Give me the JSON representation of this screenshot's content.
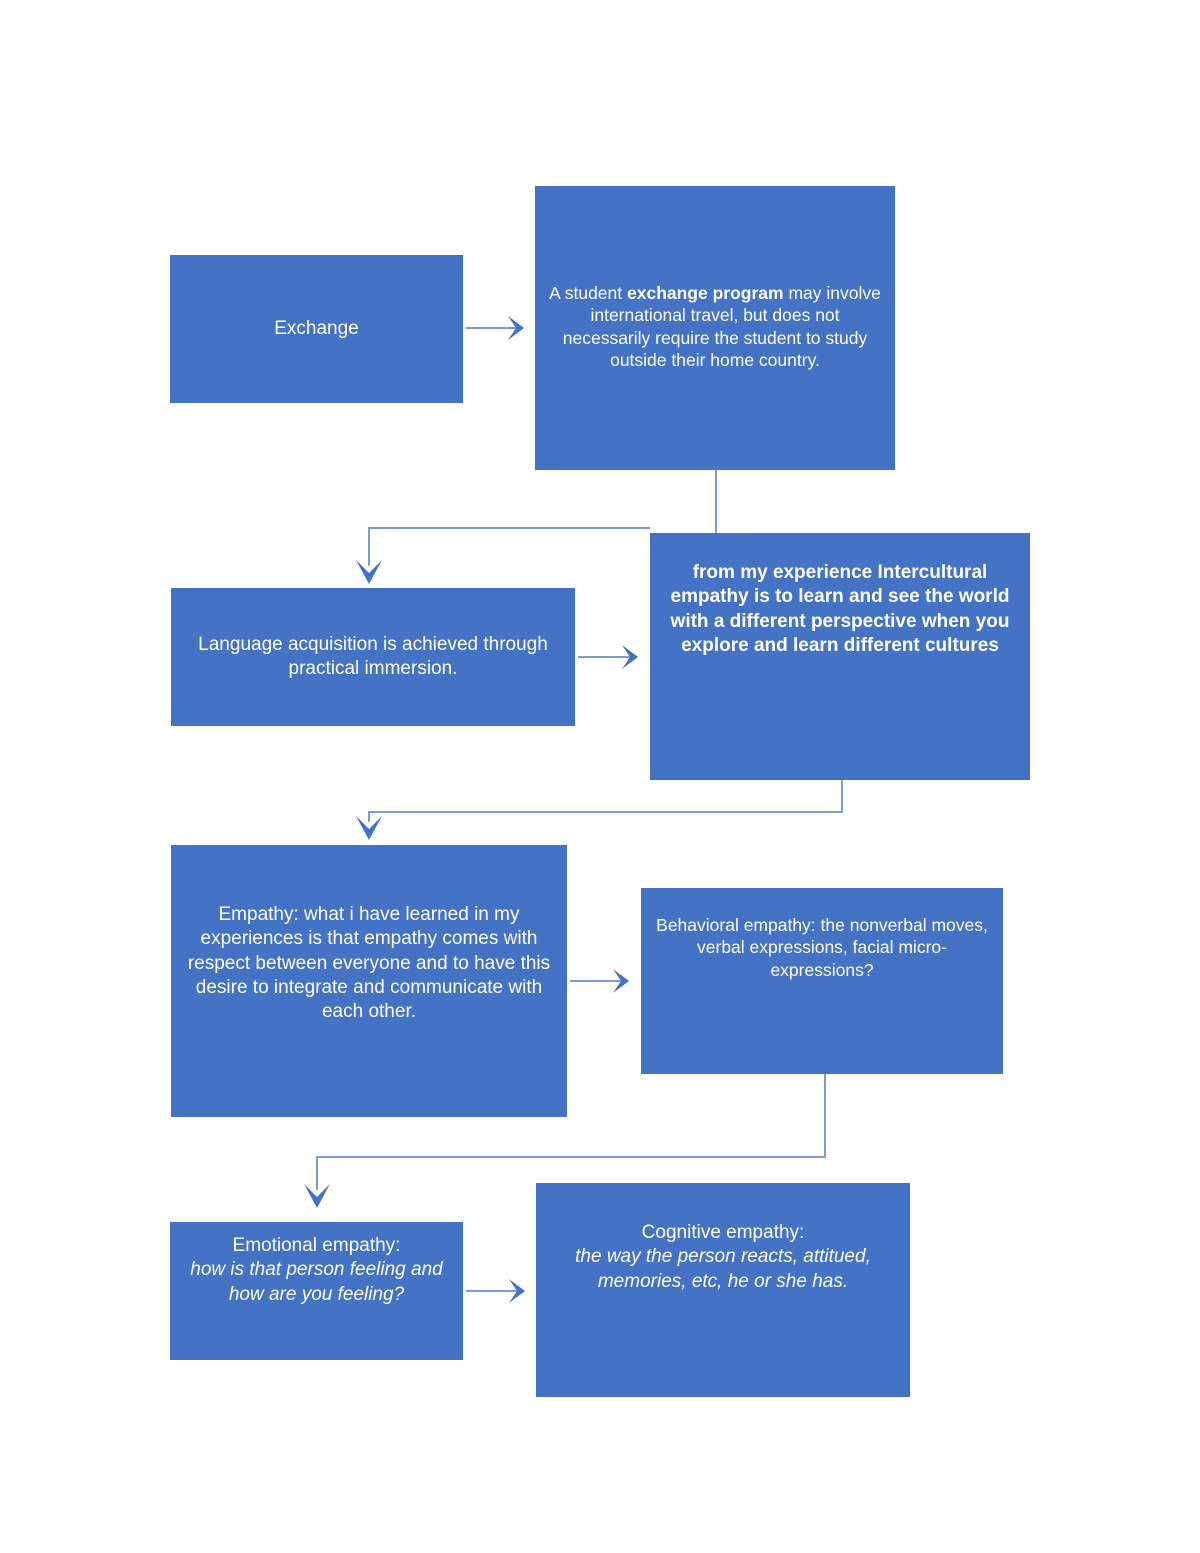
{
  "diagram": {
    "title": "Intercultural empathy concept flowchart",
    "type": "flowchart",
    "colors": {
      "node_fill": "#4472C4",
      "node_text": "#FFFFFF",
      "connector_line": "#7B9BD8",
      "arrowhead": "#4472C4",
      "background": "#FFFFFF"
    },
    "nodes": [
      {
        "id": "exchange",
        "label": "Exchange",
        "style": "regular"
      },
      {
        "id": "program",
        "label": "A student exchange program may involve international travel, but does not necessarily require the student to study outside their home country.",
        "bold_segment": "exchange program",
        "style": "mixed"
      },
      {
        "id": "language",
        "label": "Language acquisition is achieved through practical immersion.",
        "style": "regular"
      },
      {
        "id": "intercultural",
        "label": "from my experience Intercultural empathy is to learn and see the world with a different perspective when you explore and learn different cultures",
        "style": "bold"
      },
      {
        "id": "empathy",
        "label": "Empathy: what i have learned in my experiences is that empathy comes with respect between everyone and to have this desire to integrate and communicate with each other.",
        "style": "regular"
      },
      {
        "id": "behavioral",
        "label": "Behavioral empathy: the nonverbal moves, verbal expressions, facial micro-expressions?",
        "style": "regular"
      },
      {
        "id": "emotional",
        "heading": "Emotional empathy:",
        "body": "how is that person feeling and how are you feeling?",
        "style": "heading-plus-italic"
      },
      {
        "id": "cognitive",
        "heading": "Cognitive empathy:",
        "body": "the way the person reacts, attitued, memories, etc, he or she has.",
        "style": "heading-plus-italic"
      }
    ],
    "connectors": [
      {
        "id": "exchange-to-program",
        "from": "exchange",
        "to": "program",
        "shape": "straight-right"
      },
      {
        "id": "program-to-intercultural",
        "from": "program",
        "to": "intercultural",
        "shape": "vertical-down"
      },
      {
        "id": "program-to-language",
        "from": "program",
        "to": "language",
        "shape": "elbow-down-left"
      },
      {
        "id": "language-to-intercultural",
        "from": "language",
        "to": "intercultural",
        "shape": "straight-right"
      },
      {
        "id": "intercultural-to-empathy",
        "from": "intercultural",
        "to": "empathy",
        "shape": "elbow-down-left"
      },
      {
        "id": "empathy-to-behavioral",
        "from": "empathy",
        "to": "behavioral",
        "shape": "straight-right"
      },
      {
        "id": "behavioral-to-emotional",
        "from": "behavioral",
        "to": "emotional",
        "shape": "elbow-down-left"
      },
      {
        "id": "emotional-to-cognitive",
        "from": "emotional",
        "to": "cognitive",
        "shape": "straight-right"
      }
    ]
  }
}
